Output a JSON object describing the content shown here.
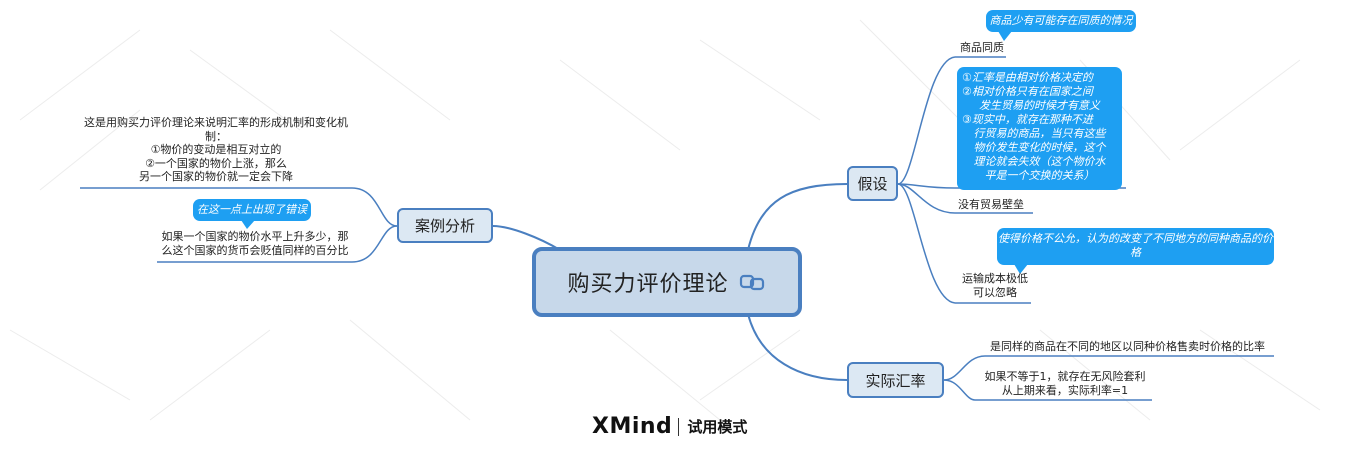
{
  "central": {
    "title": "购买力评价理论"
  },
  "branches": {
    "assumptions": {
      "label": "假设",
      "items": [
        {
          "label": "商品同质",
          "note": "商品少有可能存在同质的情况"
        },
        {
          "note_lines": [
            "①汇率是由相对价格决定的",
            "②相对价格只有在国家之间",
            "发生贸易的时候才有意义",
            "③现实中，就存在那种不进",
            "行贸易的商品，当只有这些",
            "物价发生变化的时候，这个",
            "理论就会失效（这个物价水",
            "平是一个交换的关系）"
          ]
        },
        {
          "label": "没有贸易壁垒"
        },
        {
          "label_lines": [
            "运输成本极低",
            "可以忽略"
          ],
          "note_lines": [
            "使得价格不公允，认为的改变了不同地方的同种商品的价",
            "格"
          ]
        }
      ]
    },
    "actual_rate": {
      "label": "实际汇率",
      "items": [
        {
          "label": "是同样的商品在不同的地区以同种价格售卖时价格的比率"
        },
        {
          "label_lines": [
            "如果不等于1，就存在无风险套利",
            "从上期来看，实际利率=1"
          ]
        }
      ]
    },
    "case": {
      "label": "案例分析",
      "items": [
        {
          "label_lines": [
            "这是用购买力评价理论来说明汇率的形成机制和变化机",
            "制：",
            "①物价的变动是相互对立的",
            "②一个国家的物价上涨，那么",
            "另一个国家的物价就一定会下降"
          ]
        },
        {
          "note": "在这一点上出现了错误",
          "label_lines": [
            "如果一个国家的物价水平上升多少，那",
            "么这个国家的货币会贬值同样的百分比"
          ]
        }
      ]
    }
  },
  "watermark": {
    "brand": "XMind",
    "mode": "试用模式"
  },
  "colors": {
    "line": "#4a7fc0",
    "topic_fill": "#dce8f3",
    "central_fill": "#c7d8ea",
    "callout_fill": "#1e9ff2",
    "watermark_diagonals": "#e8e8e8"
  }
}
